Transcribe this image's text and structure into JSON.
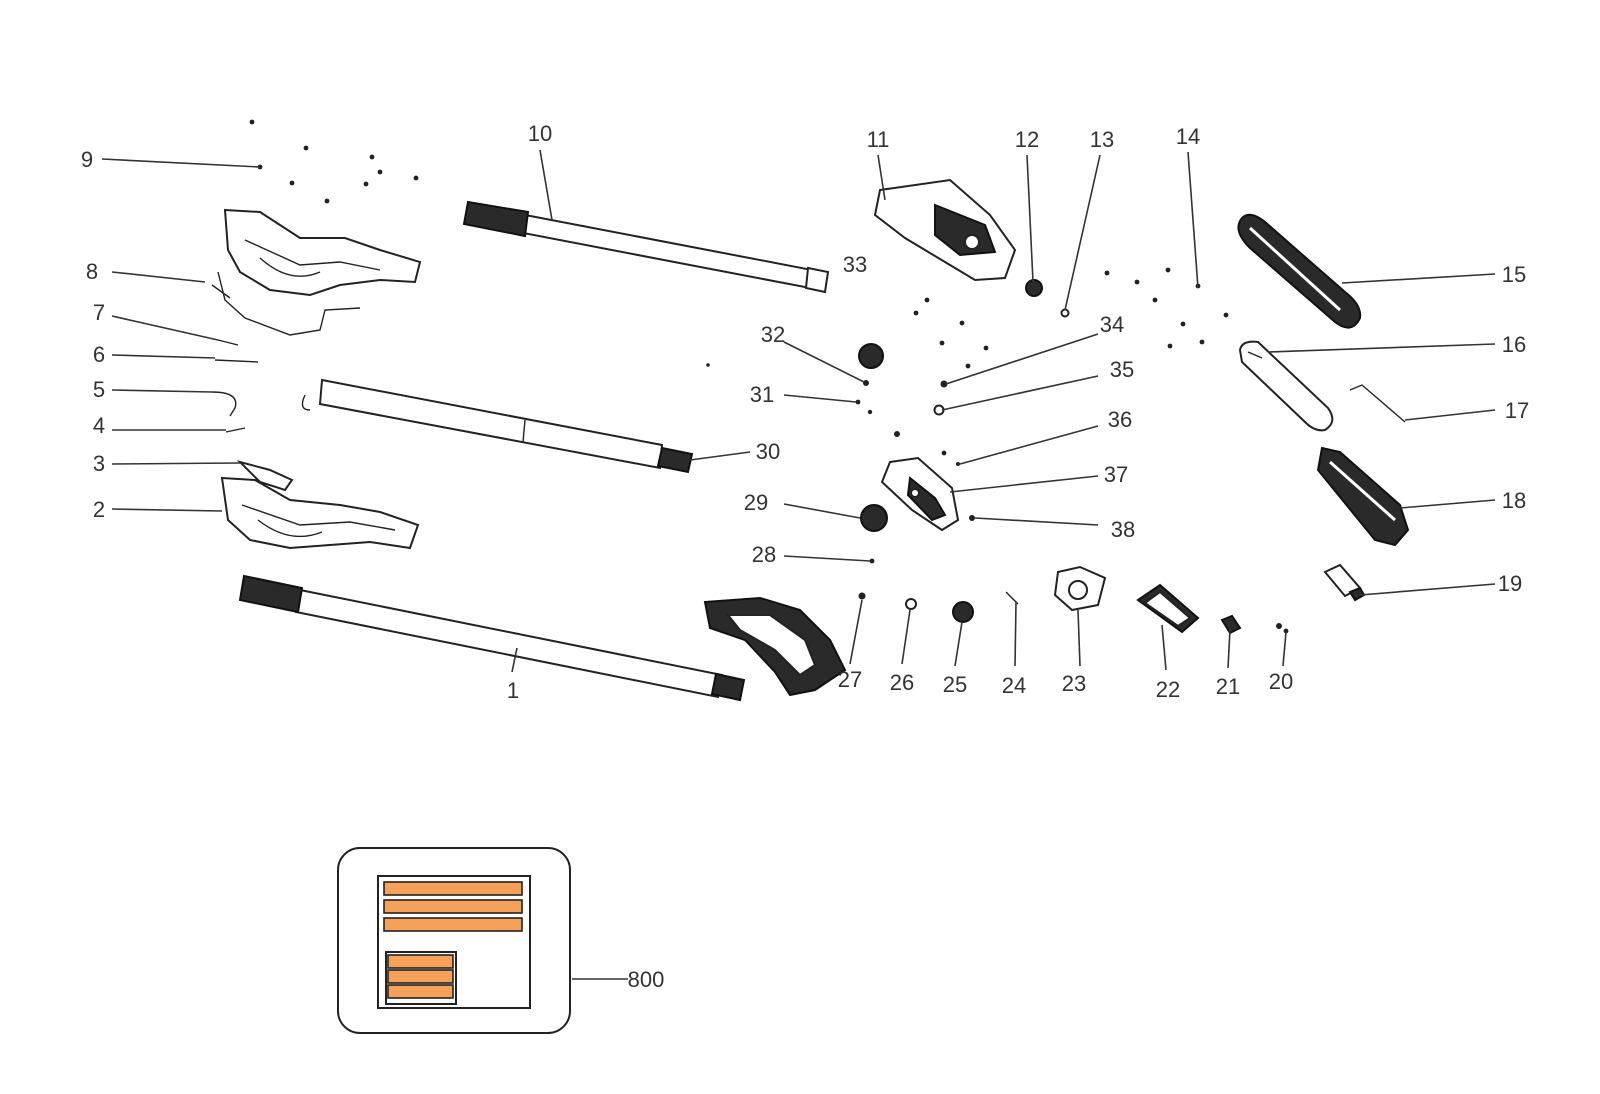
{
  "diagram": {
    "part_numbers": [
      "1",
      "2",
      "3",
      "4",
      "5",
      "6",
      "7",
      "8",
      "9",
      "10",
      "11",
      "12",
      "13",
      "14",
      "15",
      "16",
      "17",
      "18",
      "19",
      "20",
      "21",
      "22",
      "23",
      "24",
      "25",
      "26",
      "27",
      "28",
      "29",
      "30",
      "31",
      "32",
      "33",
      "34",
      "35",
      "36",
      "37",
      "38"
    ],
    "label_box_number": "800",
    "colors": {
      "label_fill": "#f5a15a",
      "line": "#222222",
      "text": "#333333"
    }
  }
}
